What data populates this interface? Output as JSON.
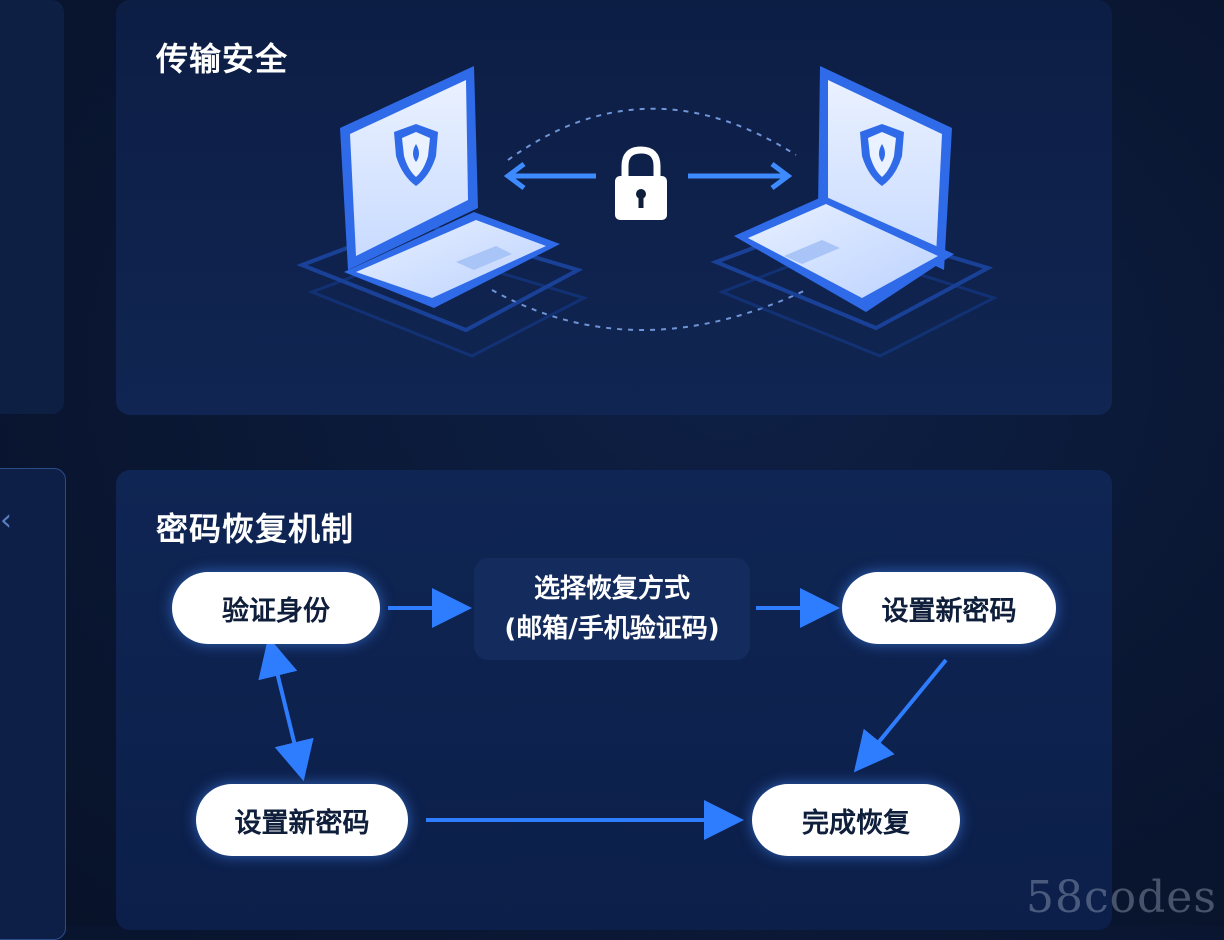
{
  "sections": {
    "transport": {
      "title": "传输安全"
    },
    "recovery": {
      "title": "密码恢复机制",
      "steps": {
        "verify": "验证身份",
        "choose_line1": "选择恢复方式",
        "choose_line2": "(邮箱/手机验证码)",
        "set_password_top": "设置新密码",
        "set_password_bottom": "设置新密码",
        "done": "完成恢复"
      }
    }
  },
  "left_nav": {
    "chevron": "‹"
  },
  "watermark": "58codes",
  "colors": {
    "accent": "#2f7dff",
    "laptop_frame": "#2f6be8",
    "screen": "#e3ecff",
    "background": "#0a1733"
  },
  "icons": [
    "shield-icon",
    "lock-icon",
    "chevron-left-icon"
  ]
}
